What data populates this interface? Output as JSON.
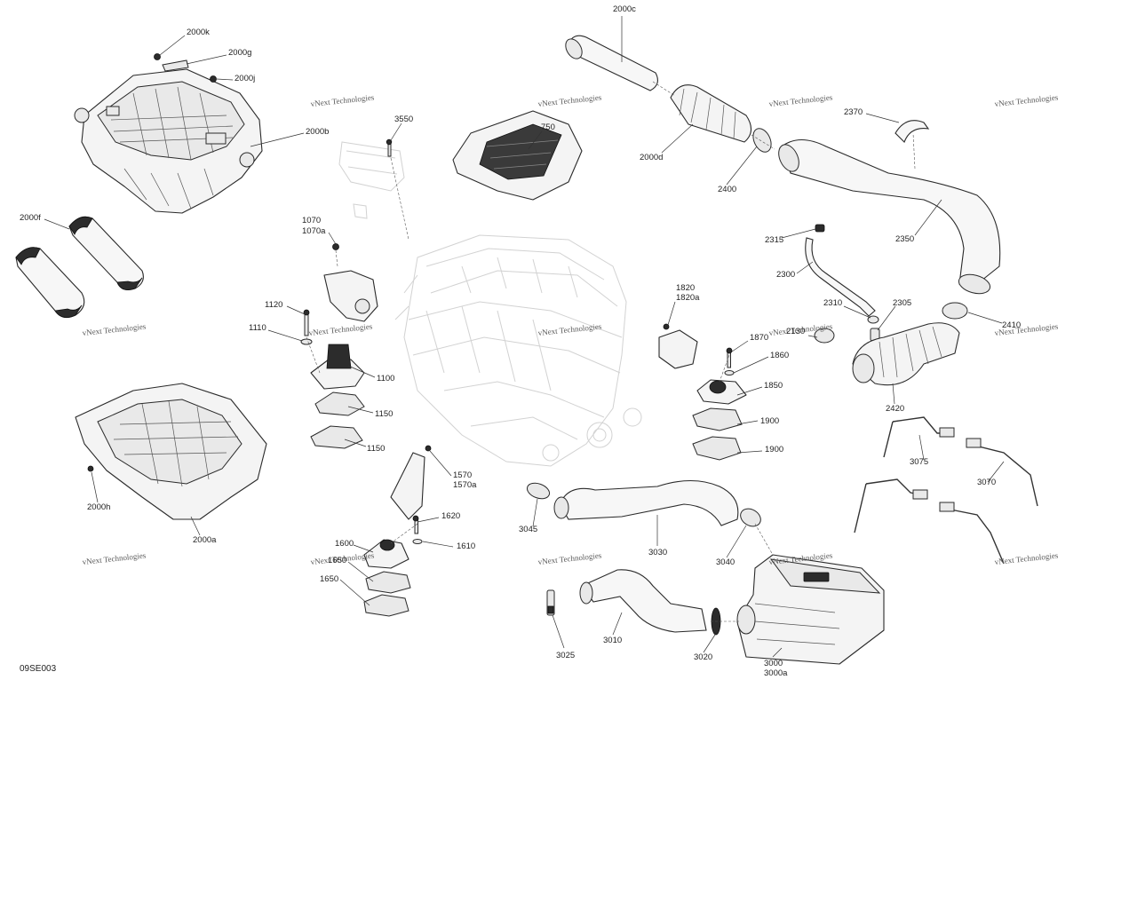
{
  "diagram_code": "09SE003",
  "watermark_text": "vNext Technologies",
  "part_labels": [
    "2000k",
    "2000g",
    "2000j",
    "2000b",
    "2000f",
    "2000h",
    "2000a",
    "3550",
    "1070",
    "1070a",
    "1120",
    "1110",
    "1100",
    "1150",
    "1150",
    "750",
    "2000c",
    "2000d",
    "2400",
    "2370",
    "2350",
    "2315",
    "2300",
    "2310",
    "2305",
    "2410",
    "2130",
    "2420",
    "1820",
    "1820a",
    "1870",
    "1860",
    "1850",
    "1900",
    "1900",
    "1570",
    "1570a",
    "1620",
    "1610",
    "1600",
    "1650",
    "1650",
    "3045",
    "3030",
    "3040",
    "3025",
    "3010",
    "3020",
    "3000",
    "3000a",
    "3075",
    "3070"
  ]
}
